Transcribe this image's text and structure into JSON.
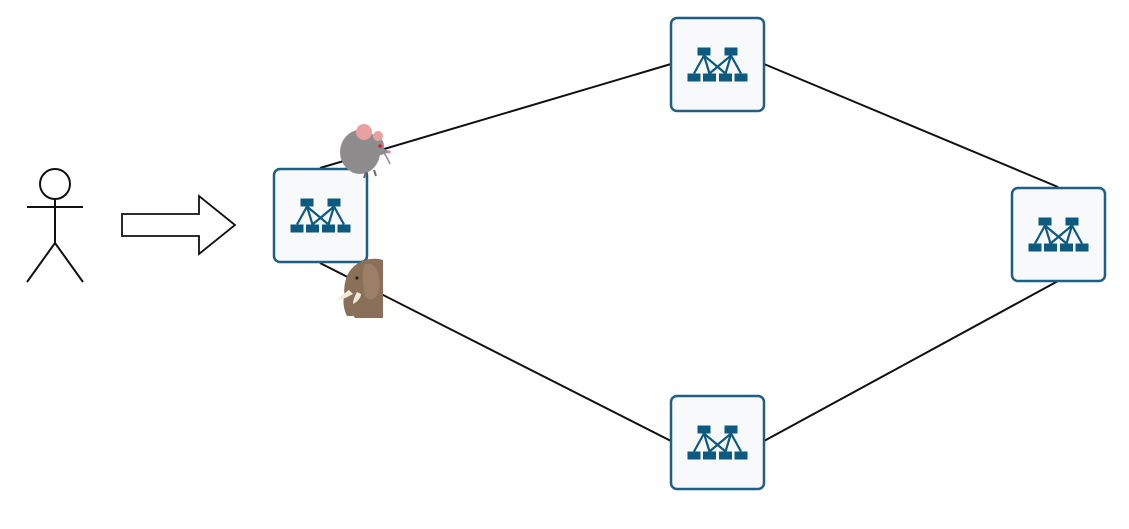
{
  "colors": {
    "background": "#ffffff",
    "line": "#111111",
    "node_border": "#1f5f82",
    "node_fill": "#f8f9fa",
    "icon": "#0d5a80",
    "mouse_body": "#8e8c8c",
    "mouse_ear": "#e8a0a0",
    "elephant_body": "#8a7058",
    "elephant_tusk": "#f1ead8"
  },
  "nodes": [
    {
      "id": "switch-left",
      "icon": "network-switch-icon"
    },
    {
      "id": "switch-top",
      "icon": "network-switch-icon"
    },
    {
      "id": "switch-right",
      "icon": "network-switch-icon"
    },
    {
      "id": "switch-bottom",
      "icon": "network-switch-icon"
    }
  ],
  "links": [
    {
      "from": "switch-left",
      "to": "switch-top"
    },
    {
      "from": "switch-top",
      "to": "switch-right"
    },
    {
      "from": "switch-left",
      "to": "switch-bottom"
    },
    {
      "from": "switch-bottom",
      "to": "switch-right"
    }
  ],
  "actor": {
    "icon": "stick-figure-user-icon"
  },
  "arrow": {
    "icon": "right-arrow-icon"
  },
  "flows": [
    {
      "icon": "mouse-icon",
      "attached_to": "switch-left",
      "path": "upper"
    },
    {
      "icon": "elephant-icon",
      "attached_to": "switch-left",
      "path": "lower"
    }
  ]
}
